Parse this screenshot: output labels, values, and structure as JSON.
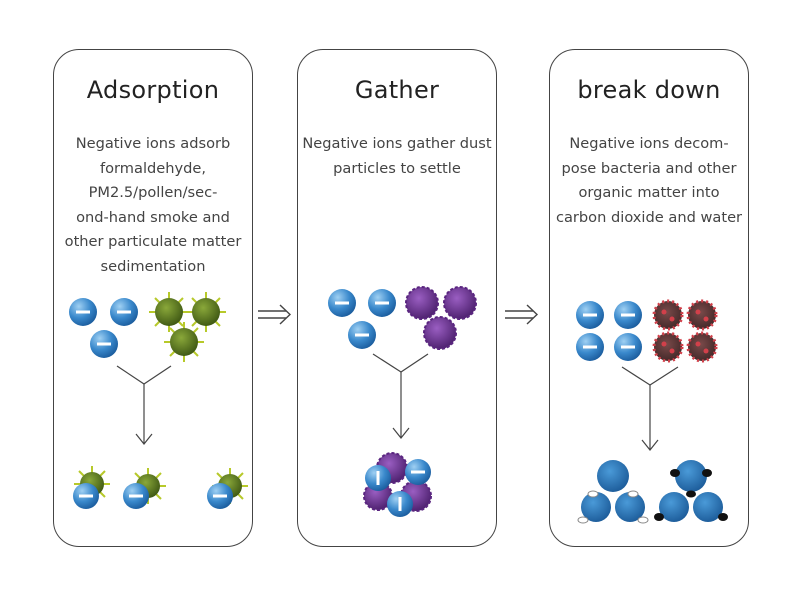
{
  "panels": [
    {
      "title": "Adsorption",
      "lines": [
        "Negative ions adsorb",
        "formaldehyde,",
        "PM2.5/pollen/sec-",
        "ond-hand smoke and",
        "other particulate matter",
        "sedimentation"
      ]
    },
    {
      "title": "Gather",
      "lines": [
        "Negative ions gather dust",
        "particles to settle"
      ]
    },
    {
      "title": "break down",
      "lines": [
        "Negative ions decom-",
        "pose bacteria and other",
        "organic matter into",
        "carbon dioxide and water"
      ]
    }
  ],
  "colors": {
    "ion": "#2f7fc6",
    "ion_light": "#8cc4ee",
    "virus": "#5d7a1e",
    "spike": "#b7c92a",
    "dust": "#6a2f8f",
    "bacteria": "#b3333d",
    "line": "#444444"
  },
  "icons": [
    "negative-ion-icon",
    "virus-icon",
    "dust-particle-icon",
    "bacteria-icon",
    "water-molecule-icon",
    "carbon-dioxide-molecule-icon",
    "double-arrow-icon"
  ]
}
